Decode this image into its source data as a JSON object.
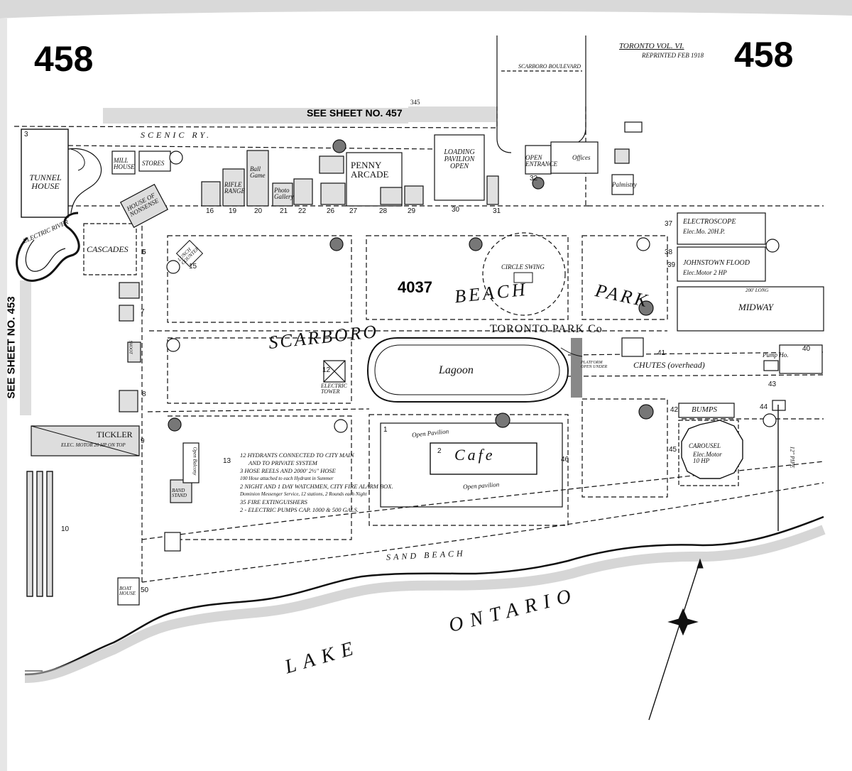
{
  "sheet": {
    "number_left": "458",
    "number_right": "458",
    "volume": "TORONTO VOL. VI.",
    "reprinted": "REPRINTED FEB 1918",
    "see_top": "SEE SHEET NO. 457",
    "see_top_num": "345",
    "see_left": "SEE SHEET NO. 453"
  },
  "block": "4037",
  "park": {
    "name_1": "SCARBORO",
    "name_2": "BEACH",
    "name_3": "PARK",
    "owner": "TORONTO PARK Co"
  },
  "streets": {
    "scenic": "SCENIC RY.",
    "boulevard": "SCARBORO BOULEVARD",
    "sand_beach": "SAND   BEACH",
    "lake_1": "LAKE",
    "lake_2": "ONTARIO"
  },
  "features": {
    "tunnel": "TUNNEL HOUSE",
    "mill_house": "MILL HOUSE",
    "stores": "STORES",
    "house_nonsense": "HOUSE OF NONSENSE",
    "cascades": "CASCADES",
    "electric_river": "ELECTRIC RIVER",
    "rifle_range": "RIFLE RANGE",
    "ball_game": "Ball Game",
    "photo_gallery": "Photo Gallery",
    "penny_arcade": "PENNY ARCADE",
    "loading_pavilion": "LOADING PAVILION OPEN",
    "open_entrance": "OPEN ENTRANCE",
    "offices": "Offices",
    "palmistry": "Palmistry",
    "electroscope": "ELECTROSCOPE",
    "electroscope_motor": "Elec.Mo. 20H.P.",
    "johnstown": "JOHNSTOWN FLOOD",
    "johnstown_motor": "Elec.Motor 2 HP",
    "midway": "MIDWAY",
    "midway_long": "200' LONG",
    "lunch_counter": "LUNCH COUNTER",
    "circle_swing": "CIRCLE SWING",
    "lagoon": "Lagoon",
    "electric_tower": "ELECTRIC TOWER",
    "platform": "PLATFORM OPEN UNDER",
    "chutes": "CHUTES (overhead)",
    "pump_ho": "Pump Ho.",
    "bumps": "BUMPS",
    "carousel": "CAROUSEL",
    "carousel_motor": "Elec.Motor 10 HP",
    "cafe": "Cafe",
    "open_pavilion": "Open Pavilion",
    "open_pavilion_2": "Open pavilion",
    "tickler": "TICKLER",
    "tickler_motor": "ELEC. MOTOR 20 HP ON TOP",
    "band_stand": "BAND STAND",
    "open_balcony": "Open Balcony",
    "boat_house": "BOAT HOUSE",
    "pipe": "12\" PIPE",
    "shoot": "SHOOT"
  },
  "notes": [
    "12 HYDRANTS CONNECTED TO CITY MAIN",
    "AND TO PRIVATE SYSTEM",
    "3 HOSE REELS AND 2000' 2½\" HOSE",
    "100 Hose attached to each Hydrant in Summer",
    "2 NIGHT AND 1 DAY WATCHMEN, CITY FIRE ALARM BOX.",
    "Dominion Messenger Service, 12 stations, 2 Rounds each Night",
    "35 FIRE EXTINGUISHERS",
    "2 - ELECTRIC PUMPS CAP. 1000 & 500 GALS."
  ],
  "lot_numbers": [
    "16",
    "19",
    "20",
    "21",
    "22",
    "26",
    "27",
    "28",
    "29",
    "30",
    "31",
    "32",
    "37",
    "38",
    "39",
    "40",
    "41",
    "42",
    "43",
    "44",
    "45",
    "46",
    "50",
    "13",
    "15",
    "10",
    "1",
    "2",
    "3",
    "5",
    "6",
    "7",
    "8",
    "9",
    "12"
  ]
}
